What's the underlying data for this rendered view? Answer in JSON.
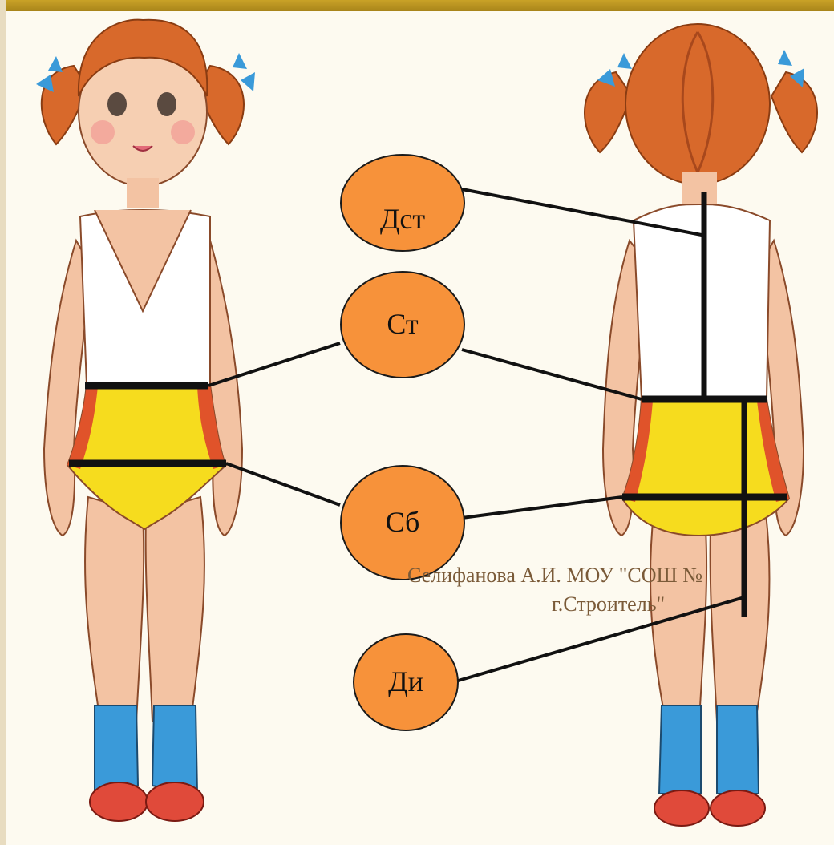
{
  "badges": {
    "back_length": "Дст",
    "waist": "Ст",
    "hips": "Сб",
    "product_length": "Ди"
  },
  "caption": {
    "line1": "Селифанова А.И. МОУ \"СОШ №",
    "line2": "г.Строитель\""
  },
  "colors": {
    "badge_fill": "#f7923a",
    "measure_line": "#111111",
    "caption_text": "#7a5a38",
    "frame_accent": "#c9a227"
  }
}
